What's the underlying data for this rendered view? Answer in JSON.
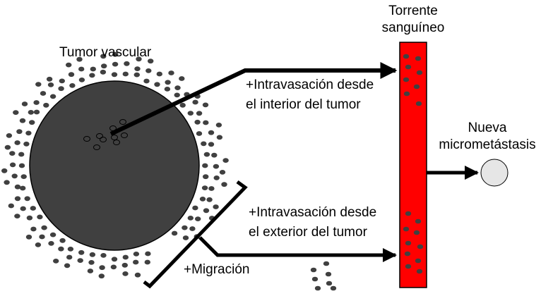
{
  "labels": {
    "tumor": "Tumor vascular",
    "bloodstream_line1": "Torrente",
    "bloodstream_line2": "sanguíneo",
    "intravasation_interior_line1": "+Intravasación desde",
    "intravasation_interior_line2": "el interior del tumor",
    "intravasation_exterior_line1": "+Intravasación desde",
    "intravasation_exterior_line2": "el exterior del tumor",
    "migration": "+Migración",
    "micrometastasis_line1": "Nueva",
    "micrometastasis_line2": "micrometástasis"
  },
  "colors": {
    "tumor_fill": "#404040",
    "cell_dot": "#404040",
    "bloodstream": "#ff0000",
    "micrometastasis_fill": "#e6e6e6",
    "arrow": "#000000"
  }
}
